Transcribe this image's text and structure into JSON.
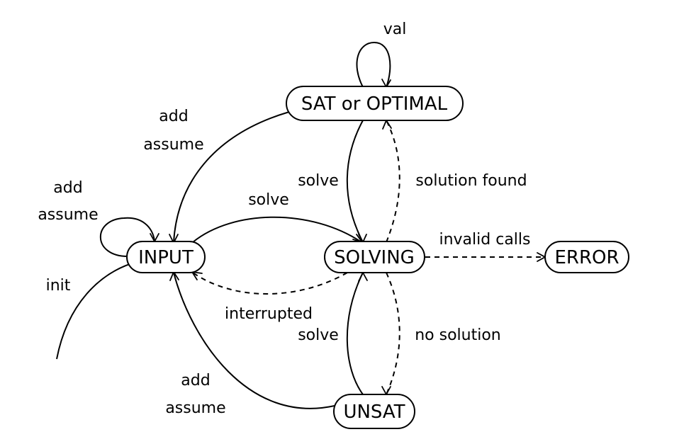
{
  "states": {
    "input": "INPUT",
    "solving": "SOLVING",
    "sat": "SAT or OPTIMAL",
    "unsat": "UNSAT",
    "error": "ERROR"
  },
  "edges": {
    "sat_loop": "val",
    "sat_to_input_l1": "add",
    "sat_to_input_l2": "assume",
    "input_loop_l1": "add",
    "input_loop_l2": "assume",
    "init": "init",
    "input_to_solving": "solve",
    "sat_to_solving": "solve",
    "solving_to_sat": "solution found",
    "solving_to_error": "invalid calls",
    "solving_to_input": "interrupted",
    "unsat_to_solving": "solve",
    "solving_to_unsat": "no solution",
    "unsat_to_input_l1": "add",
    "unsat_to_input_l2": "assume"
  }
}
